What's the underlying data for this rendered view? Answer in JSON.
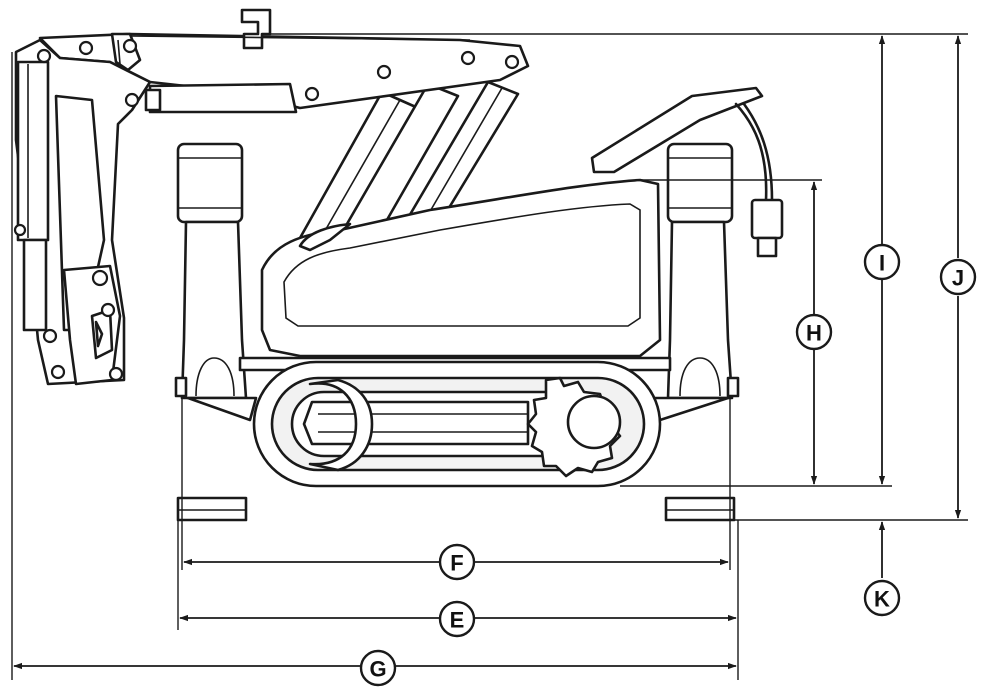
{
  "diagram": {
    "labels": {
      "E": "E",
      "F": "F",
      "G": "G",
      "H": "H",
      "I": "I",
      "J": "J",
      "K": "K"
    },
    "colors": {
      "line": "#1a1a1a",
      "background": "#ffffff"
    }
  }
}
